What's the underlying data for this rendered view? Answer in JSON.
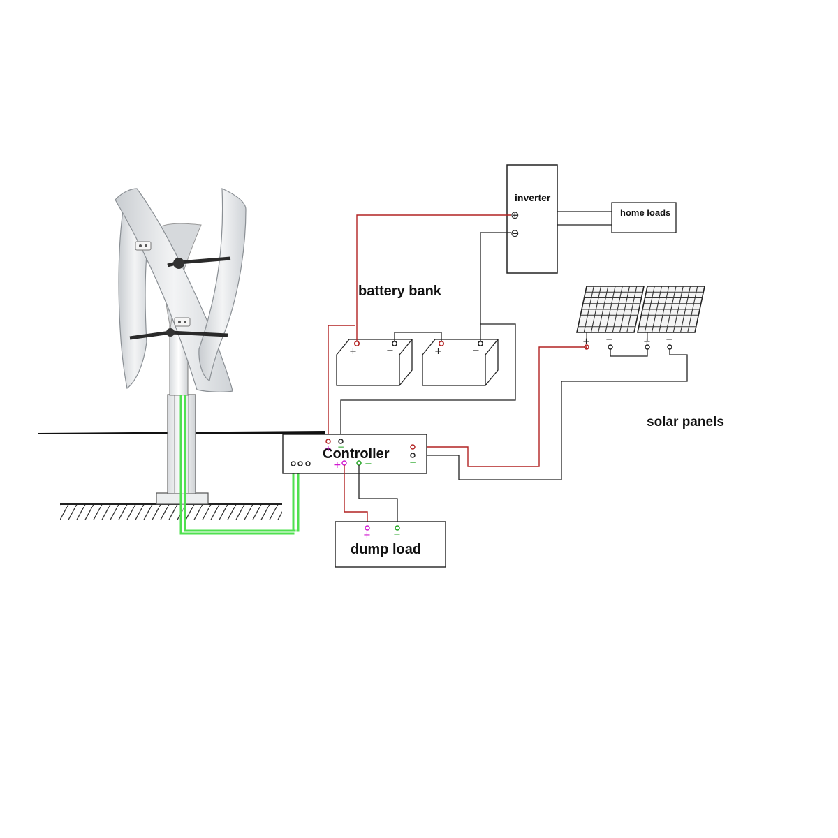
{
  "labels": {
    "inverter": "inverter",
    "home_loads": "home loads",
    "battery_bank": "battery bank",
    "solar_panels": "solar panels",
    "controller": "Controller",
    "dump_load": "dump load"
  },
  "symbols": {
    "plus": "+",
    "minus": "−",
    "inverter_plus": "⊕",
    "inverter_minus": "⊖"
  },
  "colors": {
    "positive_wire": "#b22222",
    "negative_wire": "#222222",
    "generator_wire": "#55e055",
    "terminal_plus_mark": "#d01ad0",
    "terminal_minus_mark": "#1fa31f",
    "turbine_blade": "#e4e6e8"
  }
}
